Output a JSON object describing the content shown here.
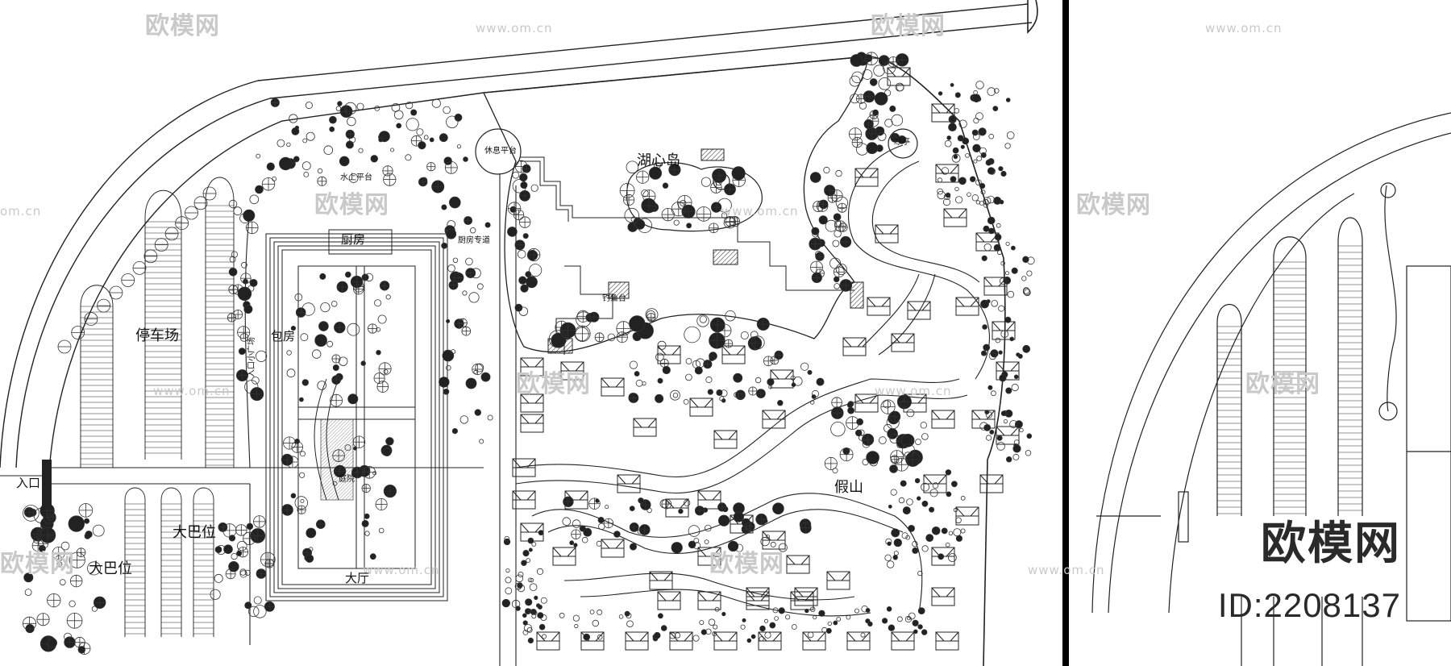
{
  "labels": {
    "lake_island": "湖心岛",
    "rest_platform": "休息平台",
    "kitchen": "厨房",
    "kitchen_road": "厨房专道",
    "private_rooms": "包房",
    "parking": "停车场",
    "entrance_square": "入口小广场",
    "entrance": "入口",
    "bus_bay_1": "大巴位",
    "bus_bay_2": "大巴位",
    "hall": "大厅",
    "fishing_deck": "钓鱼台",
    "rockery": "假山",
    "water_platform": "水上平台",
    "pavilion": "凉亭",
    "courtyard_label": "庭院"
  },
  "watermarks": {
    "brand_cn": "欧模网",
    "url": "www.om.cn",
    "url_short": "om.cn"
  },
  "brand": {
    "name": "欧模网",
    "id": "ID:2208137"
  },
  "colors": {
    "line": "#222222",
    "tree": "#333333",
    "watermark": "#c9c9c9",
    "background": "#ffffff"
  }
}
